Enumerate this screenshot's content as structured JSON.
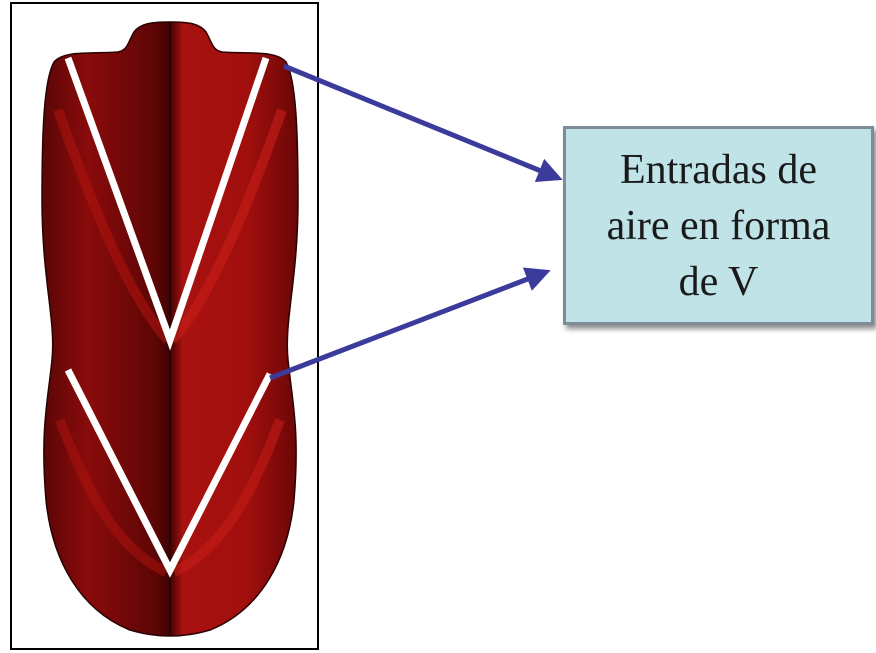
{
  "callout": {
    "lines": [
      "Entradas de",
      "aire en forma",
      "de V"
    ]
  },
  "colors": {
    "body_red": "#8e0b0b",
    "body_dark": "#4d0404",
    "body_highlight": "#c11a14",
    "v_lines": "#ffffff",
    "arrow": "#3b3b9c",
    "callout_fill": "#bfe3e7",
    "callout_border": "#7f8b96"
  }
}
